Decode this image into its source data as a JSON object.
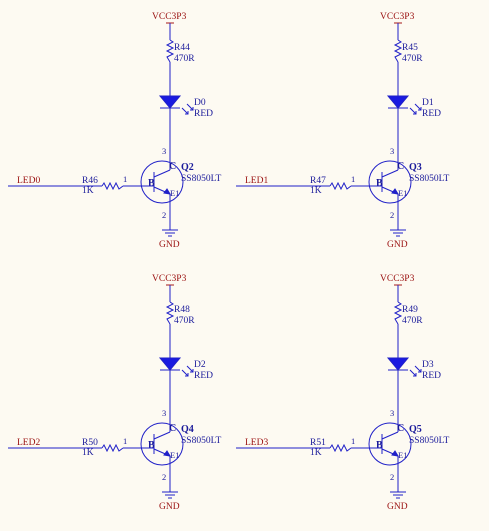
{
  "colors": {
    "background": "#fdfaf2",
    "wire": "#2020c8",
    "net_label": "#9a1010",
    "component_text": "#1a1a9a",
    "diode_fill": "#1a1ae0"
  },
  "circuits": [
    {
      "power": "VCC3P3",
      "resistor": {
        "ref": "R44",
        "value": "470R"
      },
      "led": {
        "ref": "D0",
        "value": "RED"
      },
      "transistor": {
        "ref": "Q2",
        "value": "SS8050LT",
        "pin_b": "1",
        "pin_c": "3",
        "pin_e": "2"
      },
      "base_resistor": {
        "ref": "R46",
        "value": "1K"
      },
      "input_net": "LED0",
      "ground": "GND"
    },
    {
      "power": "VCC3P3",
      "resistor": {
        "ref": "R45",
        "value": "470R"
      },
      "led": {
        "ref": "D1",
        "value": "RED"
      },
      "transistor": {
        "ref": "Q3",
        "value": "SS8050LT",
        "pin_b": "1",
        "pin_c": "3",
        "pin_e": "2"
      },
      "base_resistor": {
        "ref": "R47",
        "value": "1K"
      },
      "input_net": "LED1",
      "ground": "GND"
    },
    {
      "power": "VCC3P3",
      "resistor": {
        "ref": "R48",
        "value": "470R"
      },
      "led": {
        "ref": "D2",
        "value": "RED"
      },
      "transistor": {
        "ref": "Q4",
        "value": "SS8050LT",
        "pin_b": "1",
        "pin_c": "3",
        "pin_e": "2"
      },
      "base_resistor": {
        "ref": "R50",
        "value": "1K"
      },
      "input_net": "LED2",
      "ground": "GND"
    },
    {
      "power": "VCC3P3",
      "resistor": {
        "ref": "R49",
        "value": "470R"
      },
      "led": {
        "ref": "D3",
        "value": "RED"
      },
      "transistor": {
        "ref": "Q5",
        "value": "SS8050LT",
        "pin_b": "1",
        "pin_c": "3",
        "pin_e": "2"
      },
      "base_resistor": {
        "ref": "R51",
        "value": "1K"
      },
      "input_net": "LED3",
      "ground": "GND"
    }
  ]
}
